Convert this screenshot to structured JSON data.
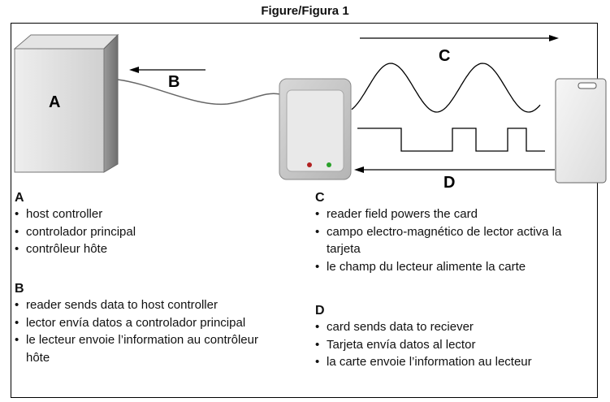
{
  "figure_title": "Figure/Figura 1",
  "diagram_labels": {
    "A": "A",
    "B": "B",
    "C": "C",
    "D": "D"
  },
  "sections": {
    "A": {
      "heading": "A",
      "items": [
        "host controller",
        "controlador principal",
        "contrôleur hôte"
      ]
    },
    "B": {
      "heading": "B",
      "items": [
        "reader sends data to host controller",
        "lector envía datos a controlador principal",
        "le lecteur envoie l’information au contrôleur hôte"
      ]
    },
    "C": {
      "heading": "C",
      "items": [
        "reader field powers the card",
        "campo electro-magnético de lector activa la tarjeta",
        "le champ du lecteur alimente la carte"
      ]
    },
    "D": {
      "heading": "D",
      "items": [
        "card sends data to reciever",
        "Tarjeta envía datos al lector",
        "la carte envoie l’information au lecteur"
      ]
    }
  },
  "colors": {
    "led_red": "#b22222",
    "led_green": "#2aa12a"
  }
}
